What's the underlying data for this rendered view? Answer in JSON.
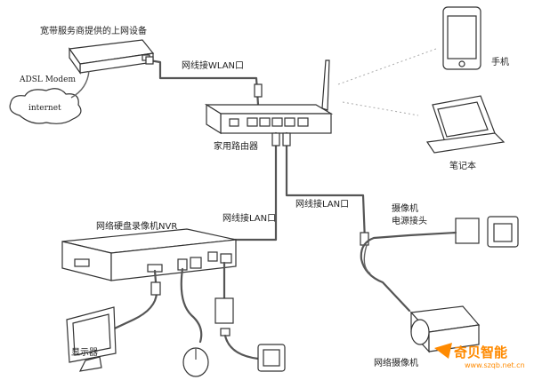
{
  "labels": {
    "isp_device": "宽带服务商提供的上网设备",
    "adsl": "ADSL Modem",
    "internet": "internet",
    "wlan_port": "网线接WLAN口",
    "phone": "手机",
    "laptop": "笔记本",
    "router": "家用路由器",
    "lan_port_1": "网线接LAN口",
    "lan_port_2": "网线接LAN口",
    "nvr": "网络硬盘录像机NVR",
    "camera_power_1": "摄像机",
    "camera_power_2": "电源接头",
    "monitor": "显示器",
    "camera": "网络摄像机"
  },
  "watermark": {
    "brand": "奇贝智能",
    "url": "www.szqb.net.cn"
  }
}
